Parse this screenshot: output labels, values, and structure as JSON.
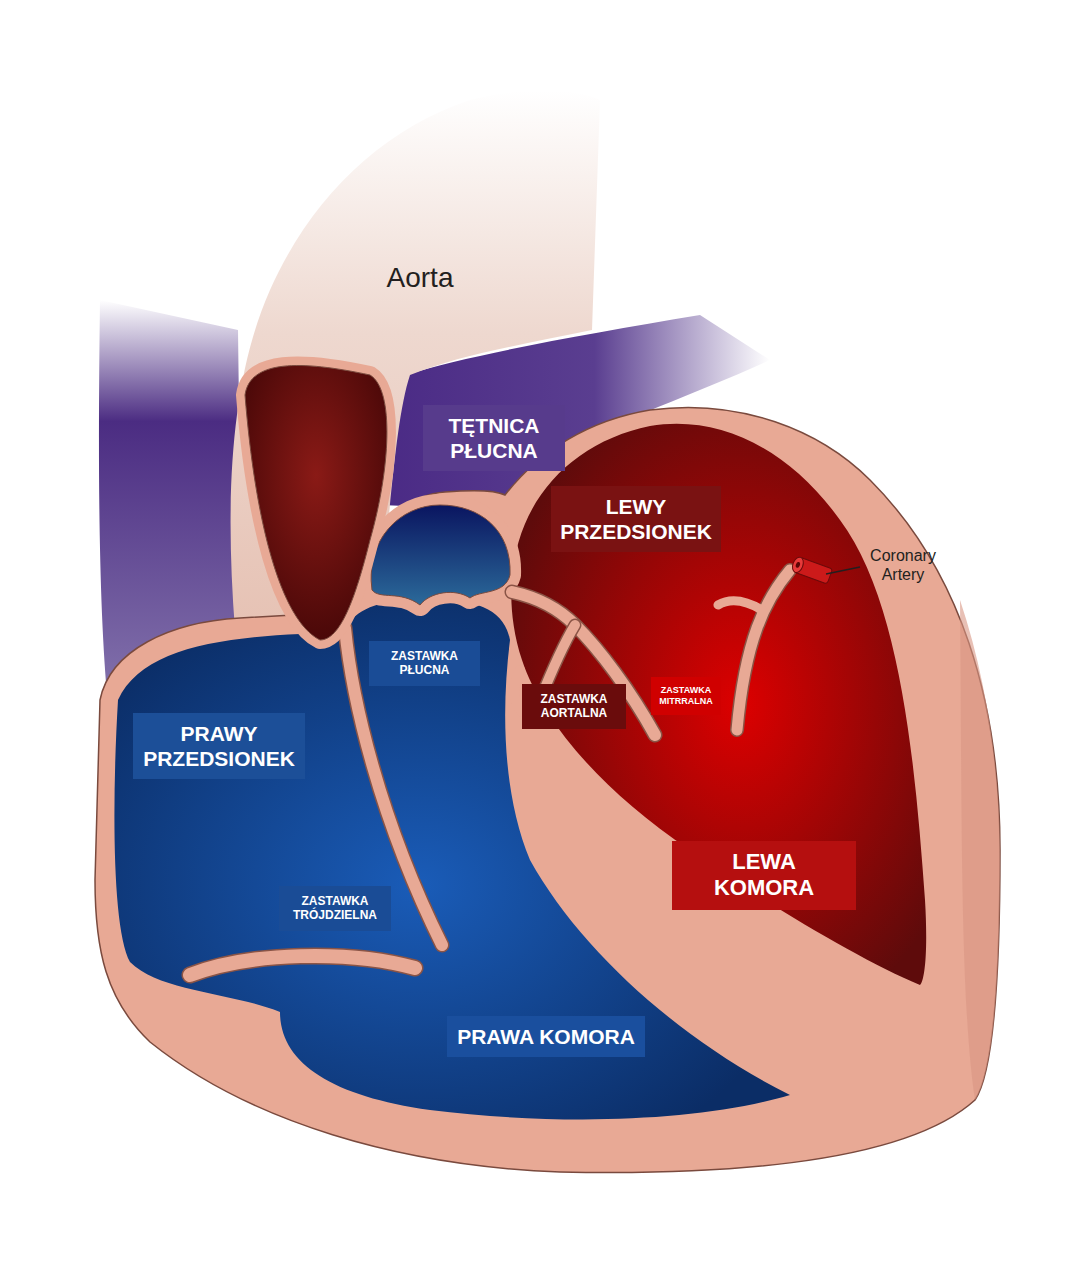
{
  "diagram": {
    "nodes": [
      {
        "text": [
          "TĘTNICA PŁUCNA"
        ]
      },
      {
        "text": [
          "LEWY PRZEDSIONEK"
        ]
      },
      {
        "text": [
          "ZASTAWKA PŁUCNA"
        ]
      },
      {
        "text": [
          "ZASTAWKA AORTALNA"
        ]
      },
      {
        "text": [
          "ZASTAWKA MITRRALNA"
        ]
      },
      {
        "text": [
          "PRAWY PRZEDSIONEK"
        ]
      },
      {
        "text": [
          "LEWA KOMORA"
        ]
      },
      {
        "text": [
          "ZASTAWKA TRÓJDZIELNA"
        ]
      },
      {
        "text": [
          "PRAWA KOMORA"
        ]
      }
    ],
    "labels": [
      "Aorta",
      "Coronary Artery"
    ]
  }
}
